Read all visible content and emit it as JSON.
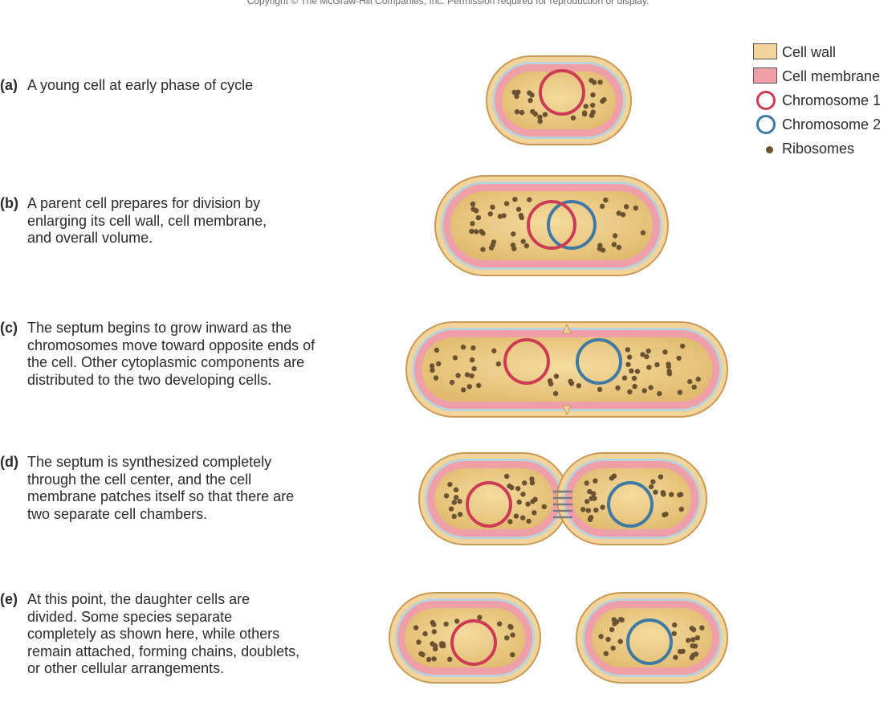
{
  "copyright": "Copyright © The McGraw-Hill Companies, Inc. Permission required for reproduction or display.",
  "steps": [
    {
      "label": "(a)",
      "text": "A young cell at early phase of cycle"
    },
    {
      "label": "(b)",
      "text": "A parent cell prepares for division by enlarging its cell wall, cell membrane, and overall volume."
    },
    {
      "label": "(c)",
      "text": "The septum begins to grow inward as the chromosomes move toward opposite ends of the cell. Other cytoplasmic components are distributed to the two developing cells."
    },
    {
      "label": "(d)",
      "text": "The septum is synthesized completely through the cell center, and the cell membrane patches itself so that there are two separate cell chambers."
    },
    {
      "label": "(e)",
      "text": "At this point, the daughter cells are divided. Some species separate completely as shown here, while others remain attached, forming chains, doublets, or other cellular arrangements."
    }
  ],
  "legend": [
    {
      "label": "Cell wall",
      "kind": "box",
      "color": "#f2d49a"
    },
    {
      "label": "Cell membrane",
      "kind": "box",
      "color": "#ee9fa8"
    },
    {
      "label": "Chromosome 1",
      "kind": "ring",
      "color": "#cc3c55"
    },
    {
      "label": "Chromosome 2",
      "kind": "ring",
      "color": "#3e7aa3"
    },
    {
      "label": "Ribosomes",
      "kind": "dot",
      "color": "#6b5230"
    }
  ],
  "colors": {
    "wall": "#f2d49a",
    "wall_edge": "#c99a55",
    "membrane": "#ee9fa8",
    "periplasm": "#b9d3dc",
    "cytoplasm": "#eccb86",
    "chromosome_1": "#cc3c55",
    "chromosome_2": "#3e7aa3",
    "ribosome": "#6b5230"
  }
}
